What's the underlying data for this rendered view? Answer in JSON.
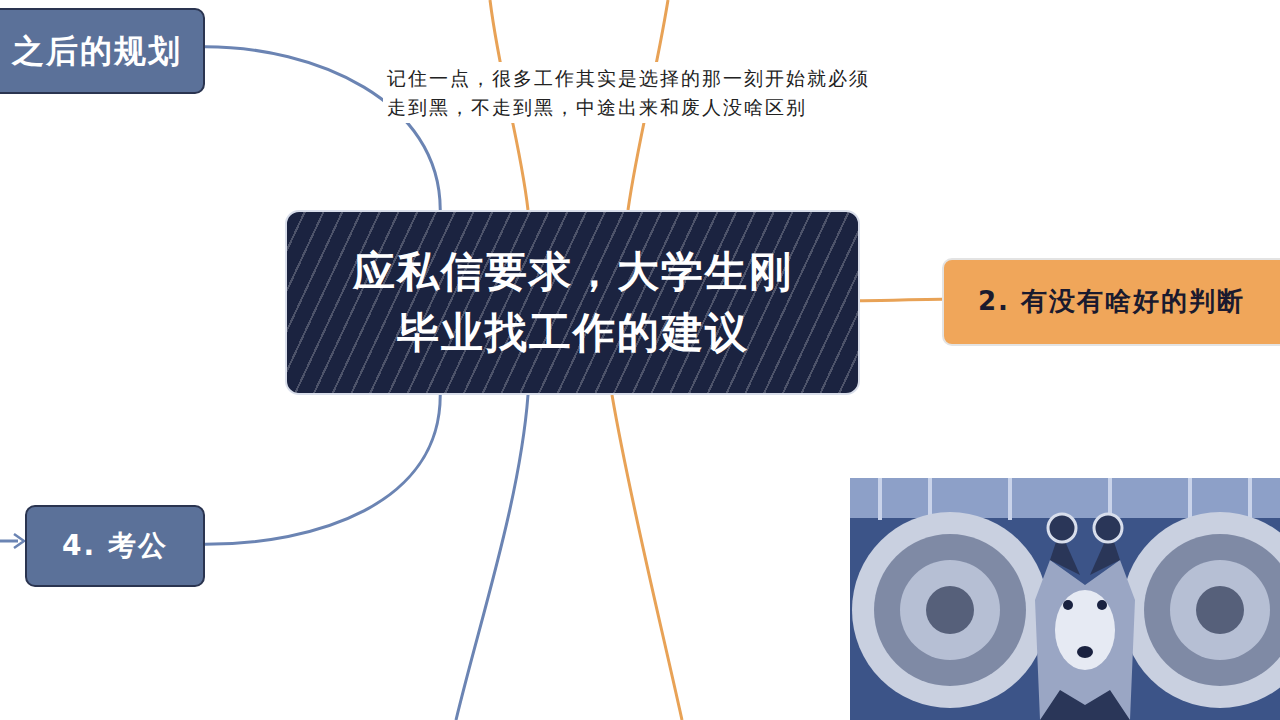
{
  "diagram": {
    "nodes": [
      {
        "text": [
          "之后的规划"
        ]
      },
      {
        "text": [
          "应私信要求，大学生刚 毕业找工作的建议"
        ]
      },
      {
        "text": [
          "2. 有没有啥好的判断"
        ]
      },
      {
        "text": [
          "4. 考公"
        ]
      }
    ],
    "edges": [
      {
        "from": 1,
        "to": 0,
        "arrow": "none"
      },
      {
        "from": 1,
        "to": 2,
        "arrow": "none"
      },
      {
        "from": 1,
        "to": 3,
        "arrow": "none"
      }
    ],
    "labels": [
      "记住一点，很多工作其实是选择的那一刻开始就必须 走到黑，不走到黑，中途出来和废人没啥区别"
    ]
  }
}
